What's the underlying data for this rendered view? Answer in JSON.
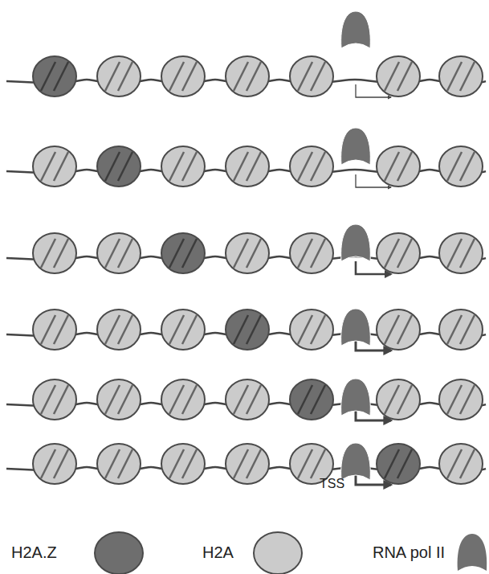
{
  "diagram": {
    "labels": [
      "TSS"
    ],
    "legend": [
      {
        "text": "H2A.Z",
        "color": "#6e6e6e"
      },
      {
        "text": "H2A",
        "color": "#cbcbcb"
      },
      {
        "text": "RNA pol II"
      }
    ]
  }
}
